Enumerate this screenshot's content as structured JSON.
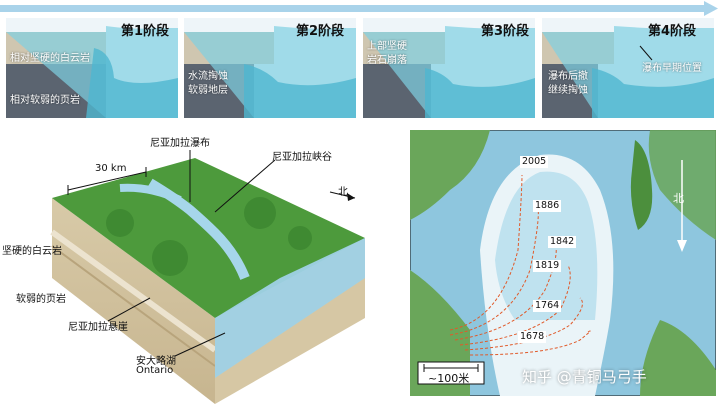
{
  "stages": [
    {
      "title": "第1阶段",
      "labels": [
        "相对坚硬的白云岩",
        "相对软弱的页岩"
      ]
    },
    {
      "title": "第2阶段",
      "labels": [
        "水流掏蚀",
        "软弱地层"
      ]
    },
    {
      "title": "第3阶段",
      "labels": [
        "上部坚硬",
        "岩石崩落"
      ]
    },
    {
      "title": "第4阶段",
      "labels": [
        "瀑布后撤",
        "继续掏蚀",
        "瀑布早期位置"
      ]
    }
  ],
  "block": {
    "falls": "尼亚加拉瀑布",
    "gorge": "尼亚加拉峡谷",
    "scale": "30 km",
    "north": "北",
    "dolomite": "坚硬的白云岩",
    "shale": "软弱的页岩",
    "escarpment": "尼亚加拉悬崖",
    "lake_cn": "安大略湖",
    "lake_en": "Ontario"
  },
  "map": {
    "years": [
      "2005",
      "1886",
      "1842",
      "1819",
      "1764",
      "1678"
    ],
    "north": "北",
    "scale": "~100米"
  },
  "watermark": "知乎 @青铜马弓手",
  "colors": {
    "arrow": "#a9d3ea",
    "rock": "#cfc6b0",
    "water": "#4fb6cf",
    "shale": "#5b6470"
  }
}
